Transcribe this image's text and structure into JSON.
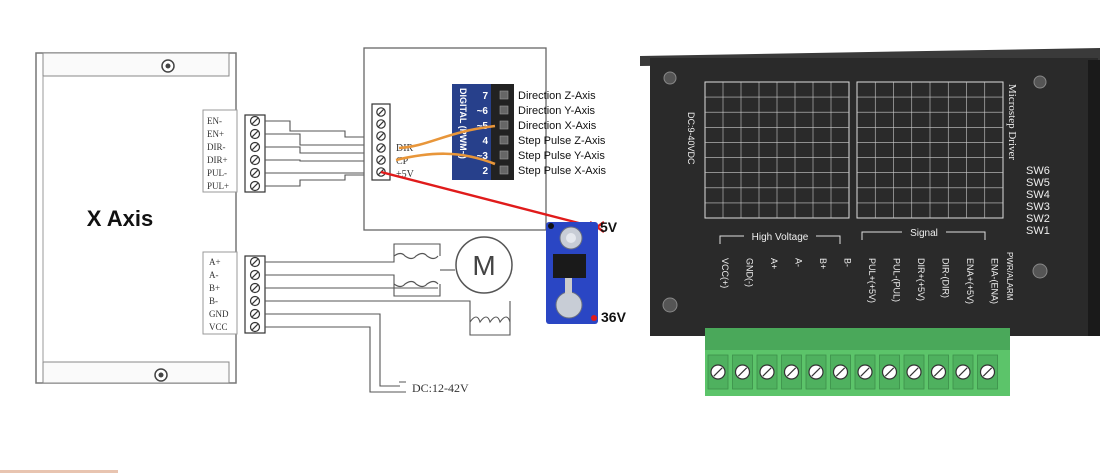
{
  "title": "X Axis",
  "driver_left": {
    "signal_pins": [
      "EN-",
      "EN+",
      "DIR-",
      "DIR+",
      "PUL-",
      "PUL+"
    ],
    "motor_pins": [
      "A+",
      "A-",
      "B+",
      "B-",
      "GND",
      "VCC"
    ]
  },
  "controller": {
    "pins": [
      "DIR",
      "CP",
      "+5V"
    ]
  },
  "arduino": {
    "board_label": "DIGITAL (PWM~)",
    "pin_numbers": [
      "7",
      "~6",
      "~5",
      "4",
      "~3",
      "2"
    ],
    "pin_labels": [
      "Direction Z-Axis",
      "Direction Y-Axis",
      "Direction X-Axis",
      "Step Pulse Z-Axis",
      "Step Pulse Y-Axis",
      "Step Pulse X-Axis"
    ]
  },
  "motor": {
    "symbol": "M"
  },
  "power": {
    "label": "DC:12-42V"
  },
  "regulator": {
    "out_label": "5V",
    "in_label": "36V"
  },
  "driver_photo": {
    "model_label": "Microstep Driver",
    "dc_label": "DC:9-40VDC",
    "sw_labels": [
      "SW6",
      "SW5",
      "SW4",
      "SW3",
      "SW2",
      "SW1"
    ],
    "high_voltage_label": "High Voltage",
    "signal_label": "Signal",
    "terminal_labels": [
      "VCC(+)",
      "GND(-)",
      "A+",
      "A-",
      "B+",
      "B-",
      "PUL+(+5V)",
      "PUL-(PUL)",
      "DIR+(+5V)",
      "DIR-(DIR)",
      "ENA+(+5V)",
      "ENA-(ENA)"
    ],
    "pwr_alarm_label": "PWR/ALARM"
  },
  "colors": {
    "orange_wire": "#e8963a",
    "red_wire": "#e01b1b",
    "driver_body": "#2a2a2a",
    "terminal_green": "#5cc46a",
    "regulator_blue": "#2a46c4",
    "arduino_blue": "#27408b"
  }
}
